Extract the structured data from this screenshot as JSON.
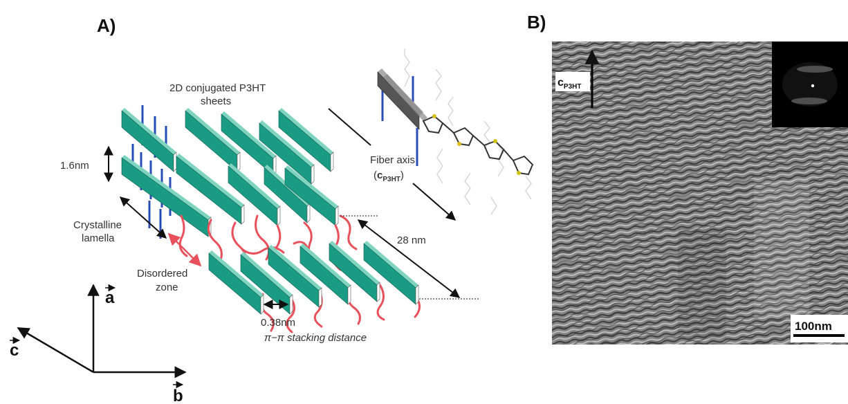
{
  "panel_a": {
    "label": "A)",
    "sheets_label_line1": "2D conjugated P3HT",
    "sheets_label_line2": "sheets",
    "spacing_label": "1.6nm",
    "lamella_line1": "Crystalline",
    "lamella_line2": "lamella",
    "disordered_line1": "Disordered",
    "disordered_line2": "zone",
    "fiber_axis_line1": "Fiber axis",
    "fiber_axis_c": "c",
    "fiber_axis_sub": "P3HT",
    "length_label": "28 nm",
    "stack_distance": "0.38nm",
    "stack_label": "π−π stacking distance",
    "axis_a": "a",
    "axis_b": "b",
    "axis_c": "c",
    "colors": {
      "sheet_face": "#1a9c84",
      "sheet_top": "#7fd4c0",
      "sheet_edge": "#ffffff",
      "chains": "#e8505b",
      "side_chains": "#2a4db5",
      "arrow_red": "#e8505b"
    }
  },
  "panel_b": {
    "label": "B)",
    "c_label": "c",
    "c_sub": "P3HT",
    "scale_bar": "100nm"
  }
}
